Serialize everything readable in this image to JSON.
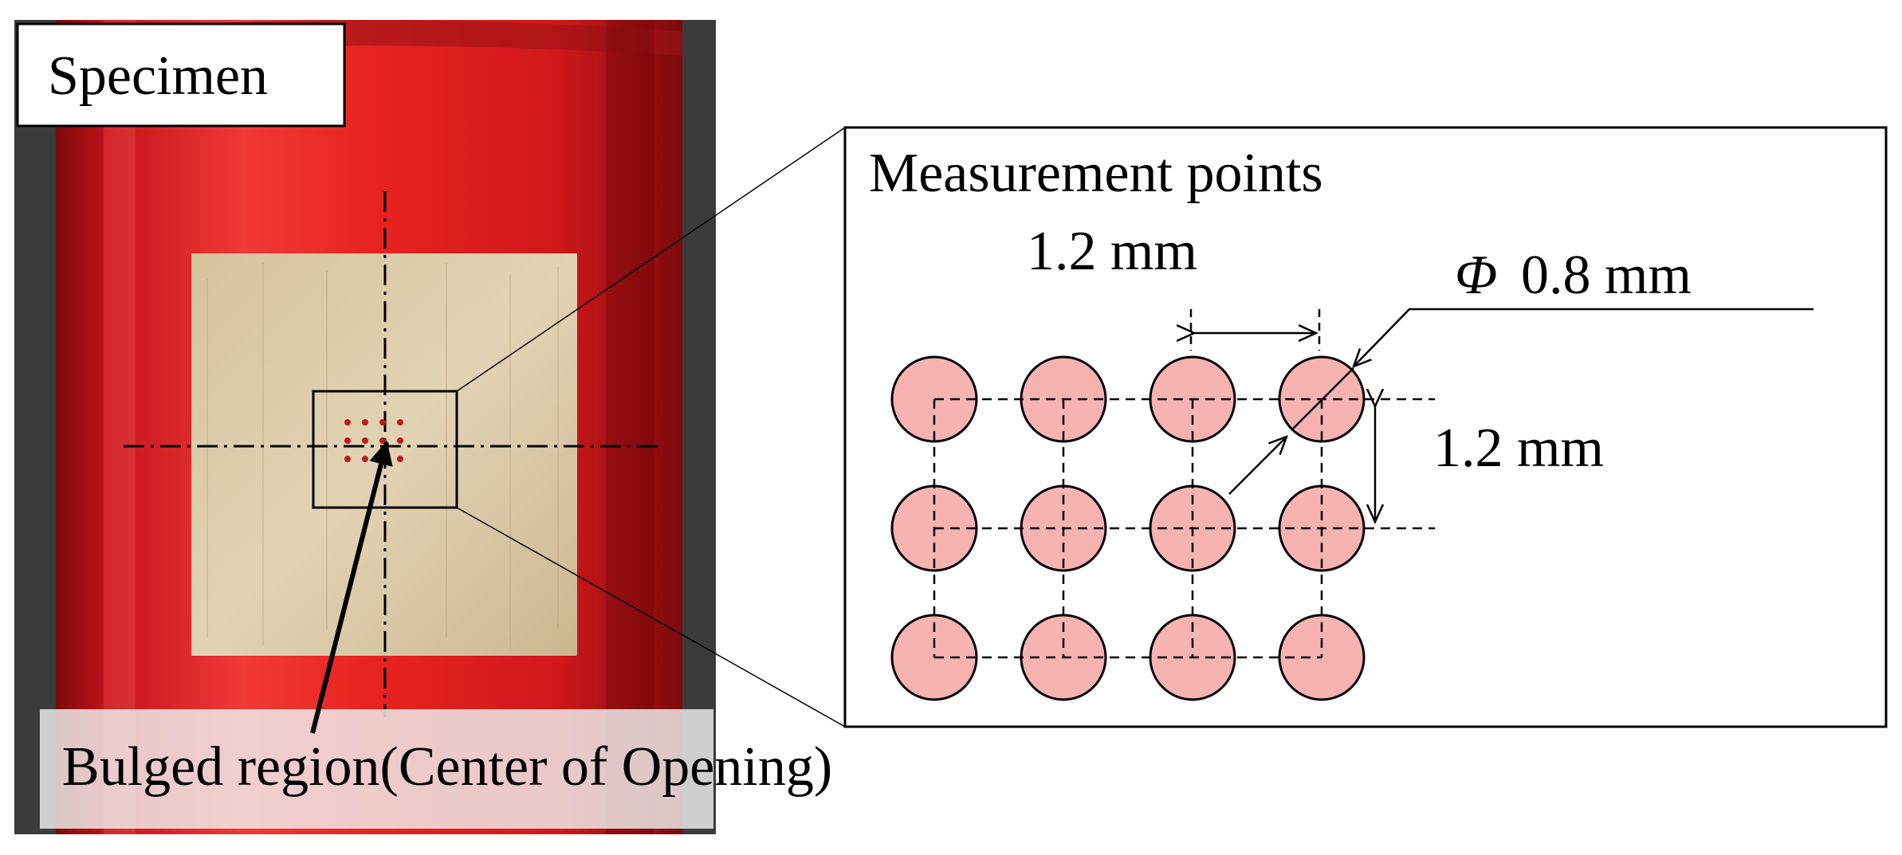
{
  "specimen_label": "Specimen",
  "caption": "Bulged region(Center of Opening)",
  "inset": {
    "title": "Measurement points",
    "spacing_horizontal": "1.2 mm",
    "spacing_vertical": "1.2 mm",
    "diameter_symbol": "Φ",
    "diameter_value": "0.8 mm"
  },
  "grid": {
    "rows": 3,
    "cols": 4
  },
  "colors": {
    "pipe_red": "#e8201f",
    "patch": "#dcc9a4",
    "point_fill": "#f6a4a4",
    "dot_red": "#c0191b",
    "background_gray": "#3a3a3a"
  }
}
